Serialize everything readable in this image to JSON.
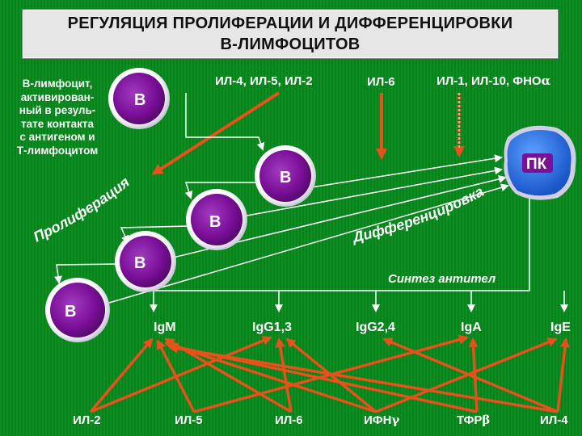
{
  "title": {
    "line1": "РЕГУЛЯЦИЯ ПРОЛИФЕРАЦИИ И ДИФФЕРЕНЦИРОВКИ",
    "line2": "В-ЛИМФОЦИТОВ"
  },
  "note": {
    "line1": "В-лимфоцит,",
    "line2": "активирован-",
    "line3": "ный в резуль-",
    "line4": "тате контакта",
    "line5": "с антигеном и",
    "line6": "Т-лимфоцитом"
  },
  "cytokines_top": {
    "il4_il5_il2": "ИЛ-4, ИЛ-5, ИЛ-2",
    "il6": "ИЛ-6",
    "il1_il10_fno": "ИЛ-1, ИЛ-10, ФНО",
    "alpha": "α"
  },
  "cells": {
    "b_label": "В",
    "pk_label": "ПК"
  },
  "processes": {
    "proliferation": "Пролиферация",
    "differentiation": "Дифференцировка",
    "antibody_synthesis": "Синтез антител"
  },
  "immunoglobulins": {
    "igm": "IgM",
    "igg13": "IgG1,3",
    "igg24": "IgG2,4",
    "iga": "IgA",
    "ige": "IgE"
  },
  "cytokines_bottom": {
    "il2": "ИЛ-2",
    "il5": "ИЛ-5",
    "il6": "ИЛ-6",
    "ifn": "ИФН",
    "gamma": "γ",
    "tgf": "ТФР",
    "beta": "β",
    "il4": "ИЛ-4"
  },
  "colors": {
    "background": "#0a8a1f",
    "cell_purple": "#7a0f98",
    "pk_blue": "#2a6fe0",
    "arrow_orange": "#e8501c",
    "title_bg": "#e6e6e6"
  }
}
